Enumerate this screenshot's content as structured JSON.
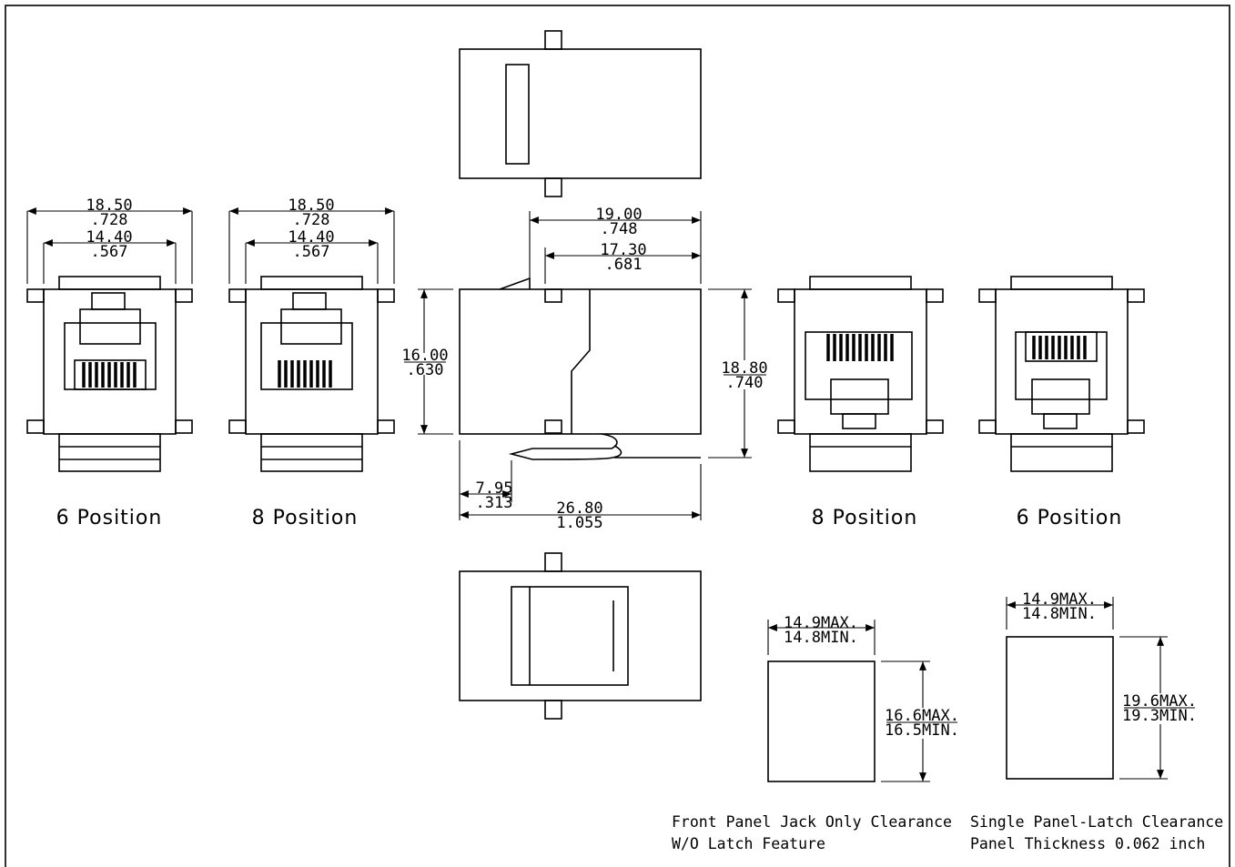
{
  "captions": {
    "left_6": "6 Position",
    "left_8": "8 Position",
    "right_8": "8 Position",
    "right_6": "6 Position"
  },
  "dims": {
    "a_top": "18.50",
    "a_bot": ".728",
    "b_top": "14.40",
    "b_bot": ".567",
    "c_top": "18.50",
    "c_bot": ".728",
    "d_top": "14.40",
    "d_bot": ".567",
    "e_top": "19.00",
    "e_bot": ".748",
    "f_top": "17.30",
    "f_bot": ".681",
    "g_top": "16.00",
    "g_bot": ".630",
    "h_top": "18.80",
    "h_bot": ".740",
    "i_top": "7.95",
    "i_bot": ".313",
    "j_top": "26.80",
    "j_bot": "1.055",
    "k_top": "14.9MAX.",
    "k_bot": "14.8MIN.",
    "l_top": "16.6MAX.",
    "l_bot": "16.5MIN.",
    "m_top": "14.9MAX.",
    "m_bot": "14.8MIN.",
    "n_top": "19.6MAX.",
    "n_bot": "19.3MIN."
  },
  "notes": {
    "front_1": "Front Panel Jack Only Clearance",
    "front_2": "W/O Latch Feature",
    "single_1": "Single Panel-Latch Clearance",
    "single_2": "Panel Thickness 0.062 inch"
  }
}
